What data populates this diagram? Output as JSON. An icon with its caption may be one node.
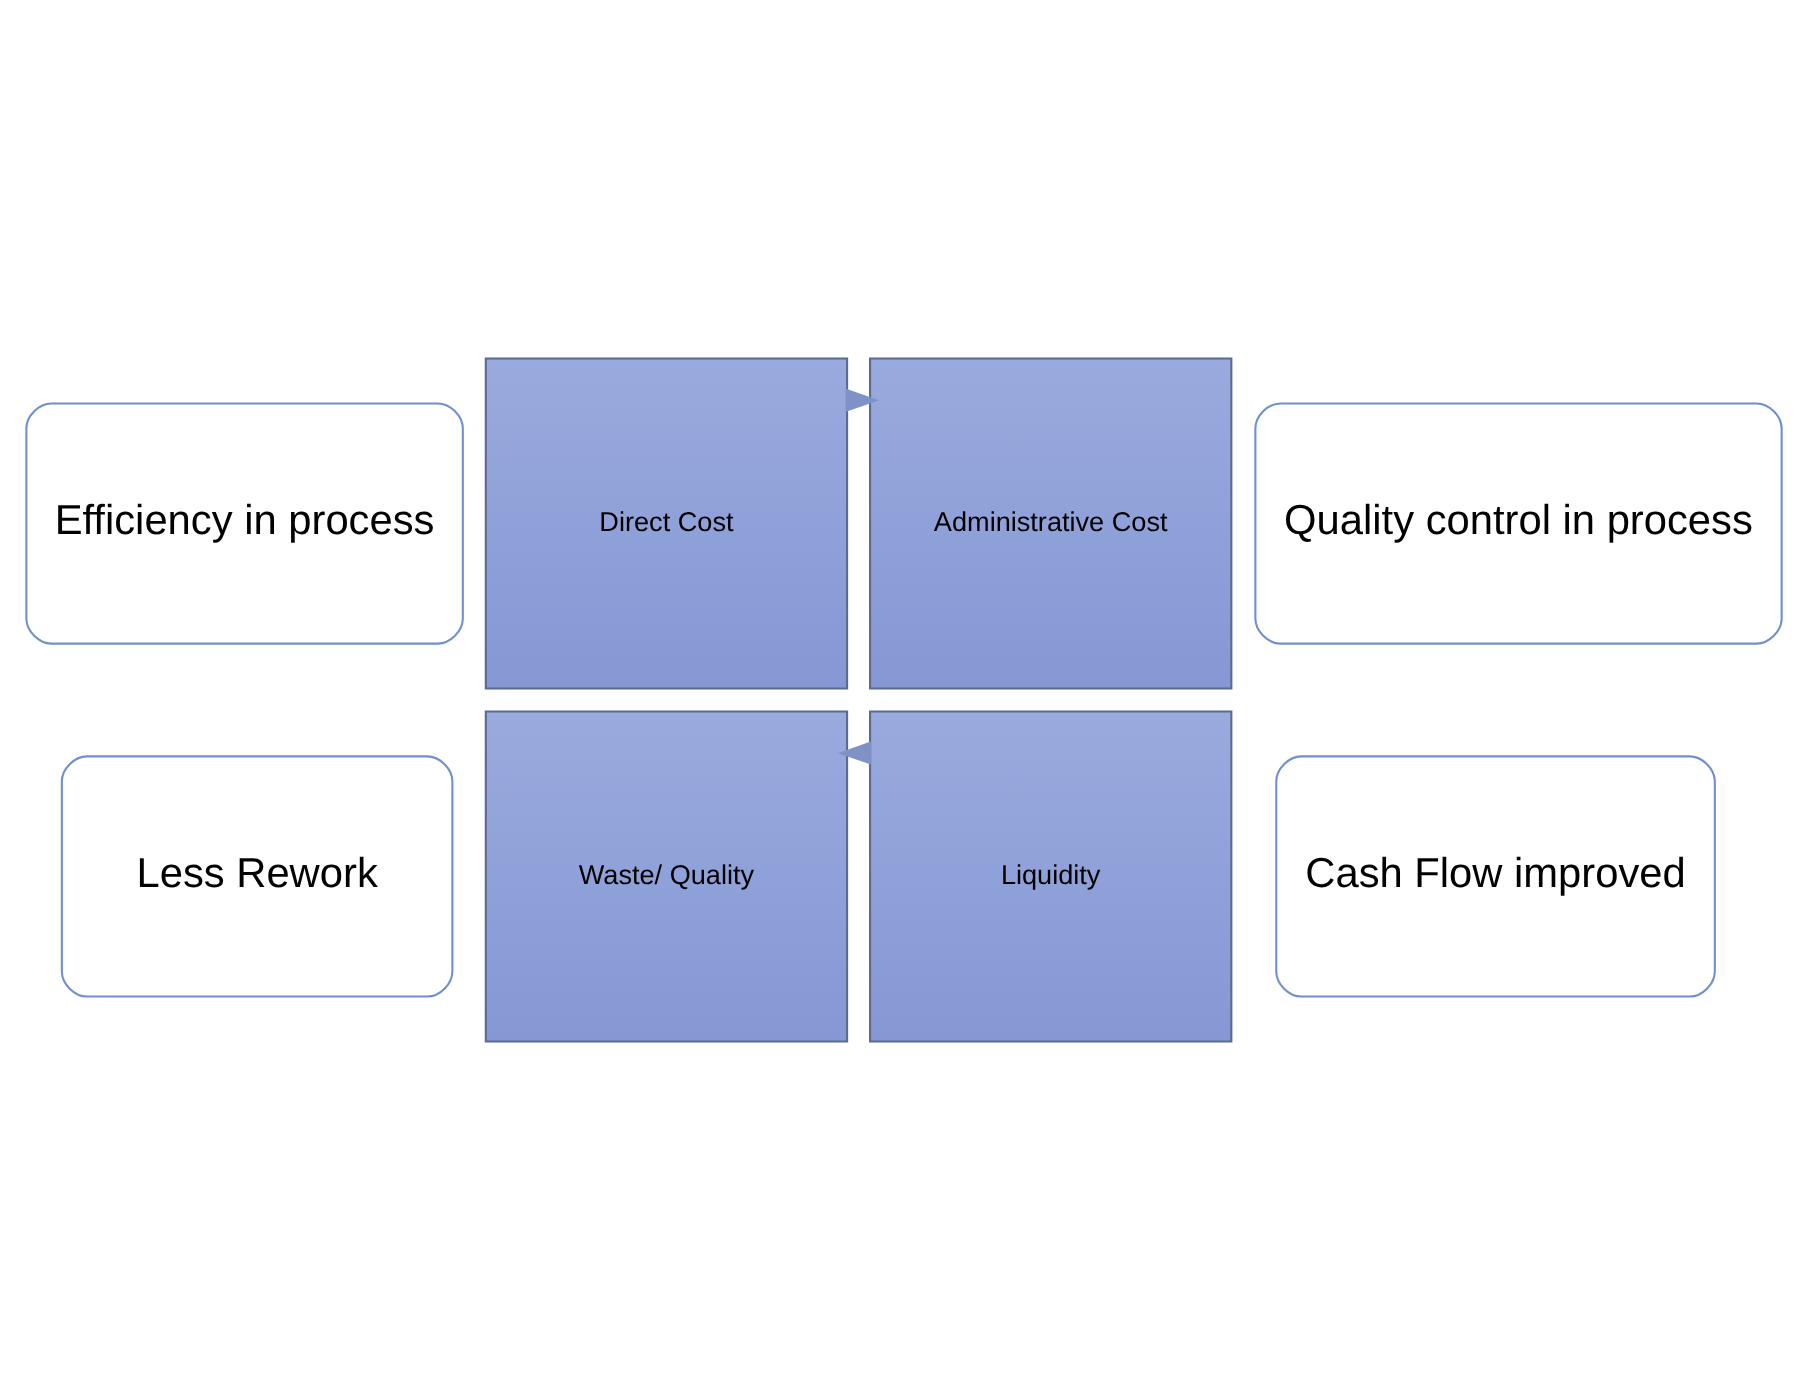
{
  "diagram": {
    "nodes": [
      {
        "text": [
          "Efficiency in process"
        ]
      },
      {
        "text": [
          "Quality control in process"
        ]
      },
      {
        "text": [
          "Direct Cost"
        ]
      },
      {
        "text": [
          "Administrative Cost"
        ]
      },
      {
        "text": [
          "Waste/ Quality"
        ]
      },
      {
        "text": [
          "Liquidity"
        ]
      },
      {
        "text": [
          "Less Rework"
        ]
      },
      {
        "text": [
          "Cash Flow improved"
        ]
      }
    ],
    "edges": [
      {
        "from": 2,
        "to": 3,
        "arrow": "to"
      },
      {
        "from": 5,
        "to": 4,
        "arrow": "to"
      }
    ]
  }
}
